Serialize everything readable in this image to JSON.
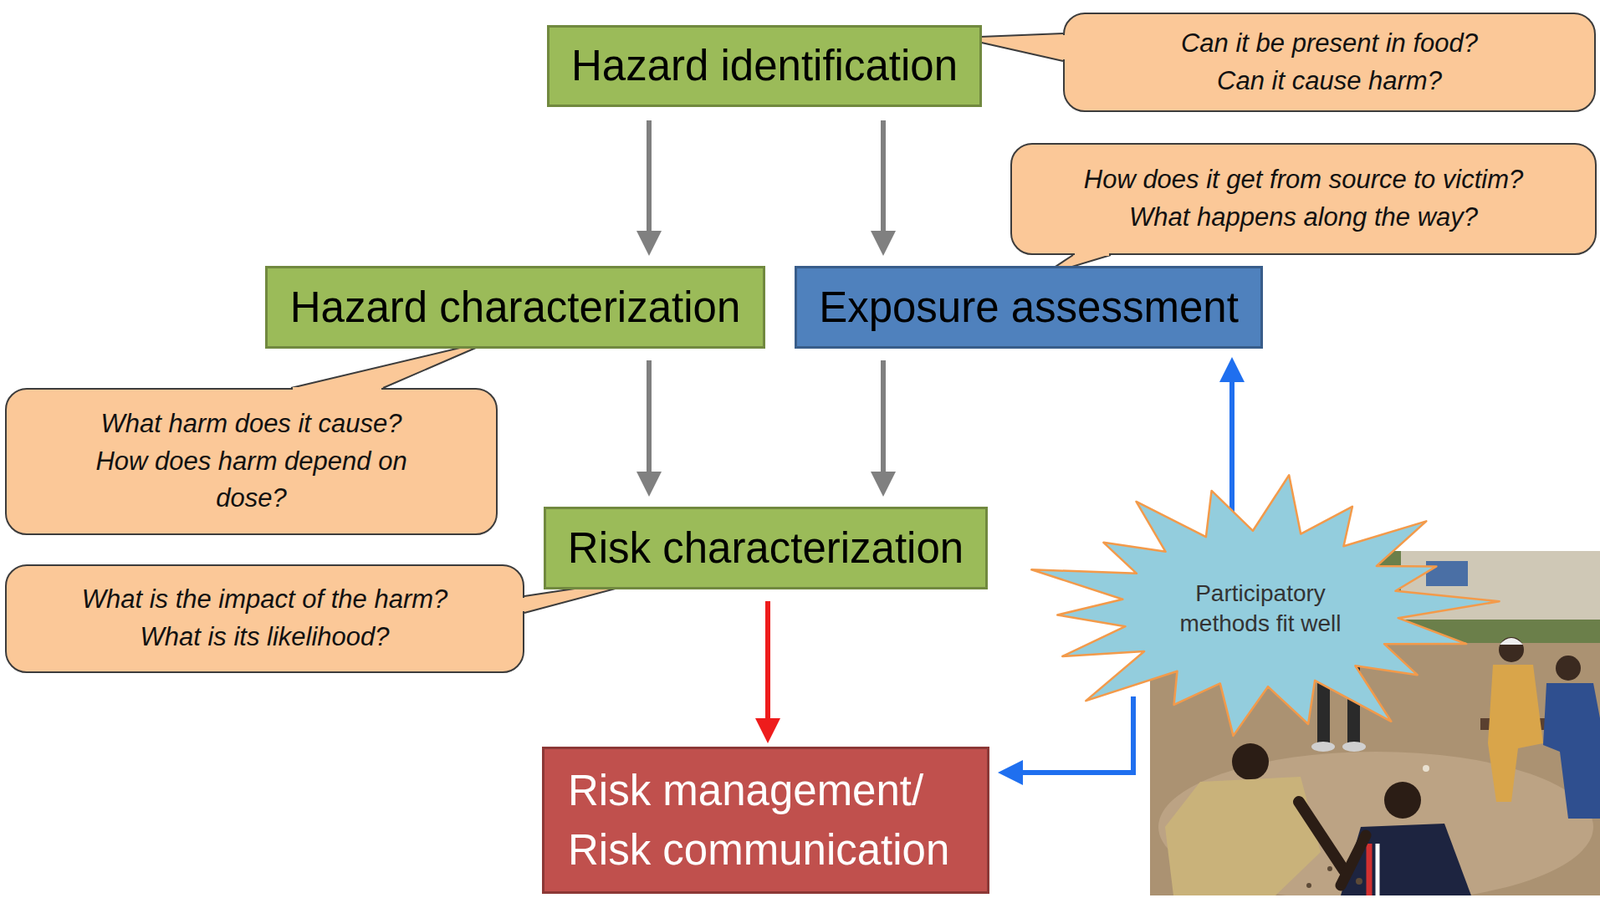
{
  "diagram": {
    "nodes": [
      {
        "text": [
          "Hazard identification"
        ]
      },
      {
        "text": [
          "Can it be present in food?",
          "Can it cause harm?"
        ]
      },
      {
        "text": [
          "How does it get from source to victim?",
          "What happens along the way?"
        ]
      },
      {
        "text": [
          "Hazard characterization"
        ]
      },
      {
        "text": [
          "Exposure assessment"
        ]
      },
      {
        "text": [
          "What harm does it cause?",
          "How does harm depend on dose?"
        ]
      },
      {
        "text": [
          "Risk characterization"
        ]
      },
      {
        "text": [
          "What is the impact of the harm?",
          "What is its likelihood?"
        ]
      },
      {
        "text": [
          "Participatory methods fit well"
        ]
      },
      {
        "text": [
          "Risk management/ Risk communication"
        ]
      }
    ],
    "edges": [
      {
        "from": 0,
        "to": 3,
        "arrow": "to"
      },
      {
        "from": 0,
        "to": 4,
        "arrow": "to"
      },
      {
        "from": 3,
        "to": 6,
        "arrow": "to"
      },
      {
        "from": 4,
        "to": 6,
        "arrow": "to"
      },
      {
        "from": 6,
        "to": 9,
        "arrow": "to"
      },
      {
        "from": 8,
        "to": 4,
        "arrow": "to"
      },
      {
        "from": 8,
        "to": 9,
        "arrow": "to"
      }
    ]
  }
}
